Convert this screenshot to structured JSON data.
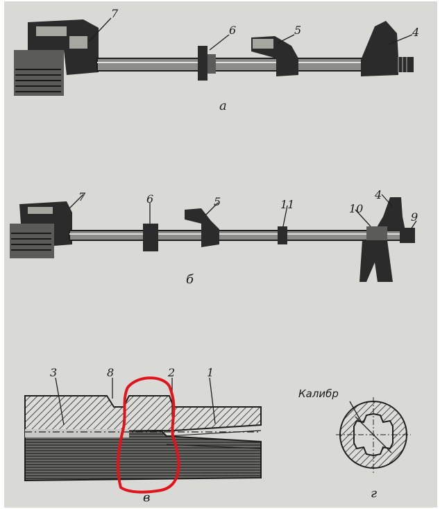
{
  "figure_a": {
    "caption": "а",
    "labels": {
      "p7": "7",
      "p6": "6",
      "p5": "5",
      "p4": "4"
    }
  },
  "figure_b": {
    "caption": "б",
    "labels": {
      "p7": "7",
      "p6": "6",
      "p5": "5",
      "p11": "11",
      "p10": "10",
      "p4": "4",
      "p9": "9"
    }
  },
  "figure_v": {
    "caption": "в",
    "labels": {
      "p3": "3",
      "p8": "8",
      "p2": "2",
      "p1": "1"
    }
  },
  "figure_g": {
    "caption": "г",
    "callout": "Калибр"
  },
  "colors": {
    "paper": "#d9d9d5",
    "ink": "#1e1e1e",
    "highlight": "#e0141c"
  }
}
